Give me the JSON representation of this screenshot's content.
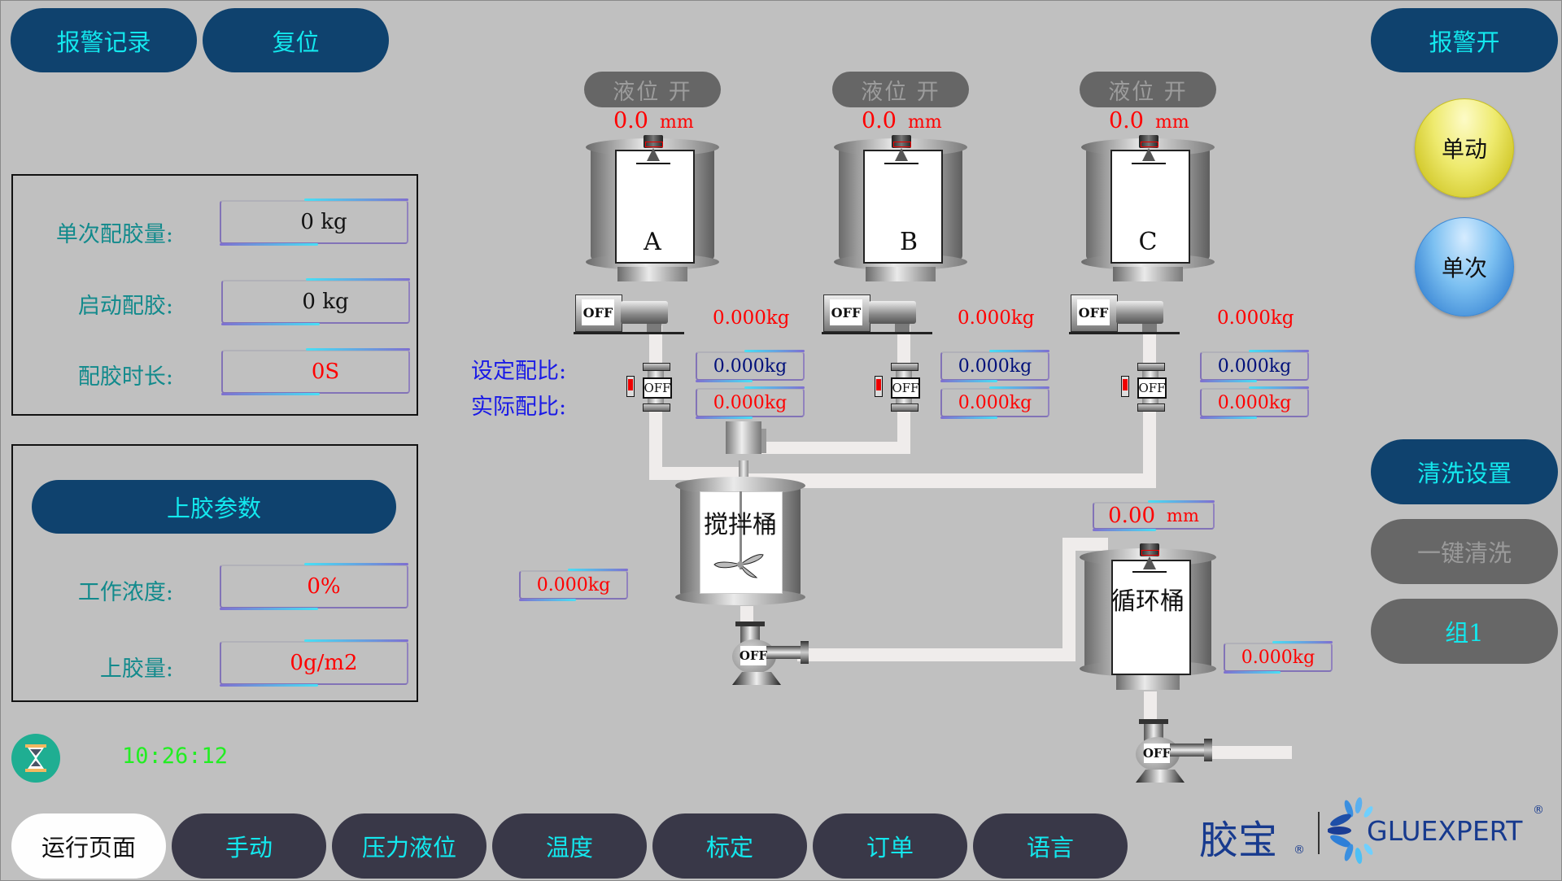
{
  "top_buttons": {
    "alarm_record": "报警记录",
    "reset": "复位",
    "alarm_on": "报警开"
  },
  "mix_panel": {
    "rows": [
      {
        "label": "单次配胶量:",
        "value": "0  kg",
        "value_color": "#111111"
      },
      {
        "label": "启动配胶:",
        "value": "0  kg",
        "value_color": "#111111"
      },
      {
        "label": "配胶时长:",
        "value": "0S",
        "value_color": "#ff0000"
      }
    ]
  },
  "glue_panel": {
    "title": "上胶参数",
    "rows": [
      {
        "label": "工作浓度:",
        "value": "0%"
      },
      {
        "label": "上胶量:",
        "value": "0g/m2"
      }
    ]
  },
  "status": {
    "hourglass_icon": "hourglass-icon",
    "time": "10:26:12"
  },
  "tanks": [
    {
      "name": "A",
      "level_button": "液位 开",
      "level_value": "0.0",
      "level_unit": "mm",
      "motor_state": "OFF",
      "weight": "0.000kg",
      "valve_state": "OFF",
      "set_ratio": "0.000kg",
      "actual_ratio": "0.000kg"
    },
    {
      "name": "B",
      "level_button": "液位 开",
      "level_value": "0.0",
      "level_unit": "mm",
      "motor_state": "OFF",
      "weight": "0.000kg",
      "valve_state": "OFF",
      "set_ratio": "0.000kg",
      "actual_ratio": "0.000kg"
    },
    {
      "name": "C",
      "level_button": "液位 开",
      "level_value": "0.0",
      "level_unit": "mm",
      "motor_state": "OFF",
      "weight": "0.000kg",
      "valve_state": "OFF",
      "set_ratio": "0.000kg",
      "actual_ratio": "0.000kg"
    }
  ],
  "ratio_labels": {
    "set": "设定配比:",
    "actual": "实际配比:"
  },
  "mixer": {
    "name": "搅拌桶",
    "weight": "0.000kg",
    "pump_state": "OFF"
  },
  "circulation": {
    "name": "循环桶",
    "level_value": "0.00",
    "level_unit": "mm",
    "weight": "0.000kg",
    "pump_state": "OFF"
  },
  "right_controls": {
    "single_action": "单动",
    "single_time": "单次",
    "clean_settings": "清洗设置",
    "one_key_clean": "一键清洗",
    "group": "组1"
  },
  "tabs": [
    {
      "label": "运行页面",
      "active": true
    },
    {
      "label": "手动",
      "active": false
    },
    {
      "label": "压力液位",
      "active": false
    },
    {
      "label": "温度",
      "active": false
    },
    {
      "label": "标定",
      "active": false
    },
    {
      "label": "订单",
      "active": false
    },
    {
      "label": "语言",
      "active": false
    }
  ],
  "brand": {
    "cn": "胶宝",
    "en": "GLUEXPERT",
    "reg": "®"
  },
  "colors": {
    "background": "#c0c0c0",
    "navy_button": "#0f426e",
    "button_text": "#13e8ee",
    "value_red": "#ff0000",
    "label_teal": "#128a8c",
    "ratio_blue": "#1a1ae6",
    "clock_green": "#22ee22",
    "tab_dark": "#393848"
  }
}
